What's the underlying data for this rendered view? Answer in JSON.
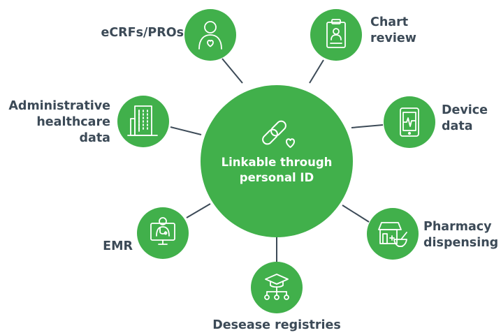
{
  "center": {
    "line1": "Linkable through",
    "line2": "personal ID",
    "icon": "chain-link-heart-icon"
  },
  "colors": {
    "green": "#41b04b",
    "line": "#3c4a57",
    "text": "#3c4a57",
    "icon": "#ffffff"
  },
  "nodes": [
    {
      "id": "ecrfs",
      "lines": [
        "eCRFs/PROs"
      ],
      "icon": "person-heart-icon"
    },
    {
      "id": "chart-review",
      "lines": [
        "Chart",
        "review"
      ],
      "icon": "clipboard-person-icon"
    },
    {
      "id": "device-data",
      "lines": [
        "Device",
        "data"
      ],
      "icon": "tablet-heartbeat-icon"
    },
    {
      "id": "pharmacy",
      "lines": [
        "Pharmacy",
        "dispensing"
      ],
      "icon": "pharmacy-mortar-icon"
    },
    {
      "id": "registries",
      "lines": [
        "Desease registries"
      ],
      "icon": "graduation-network-icon"
    },
    {
      "id": "emr",
      "lines": [
        "EMR"
      ],
      "icon": "monitor-doctor-icon"
    },
    {
      "id": "admin",
      "lines": [
        "Administrative",
        "healthcare",
        "data"
      ],
      "icon": "building-icon"
    }
  ]
}
